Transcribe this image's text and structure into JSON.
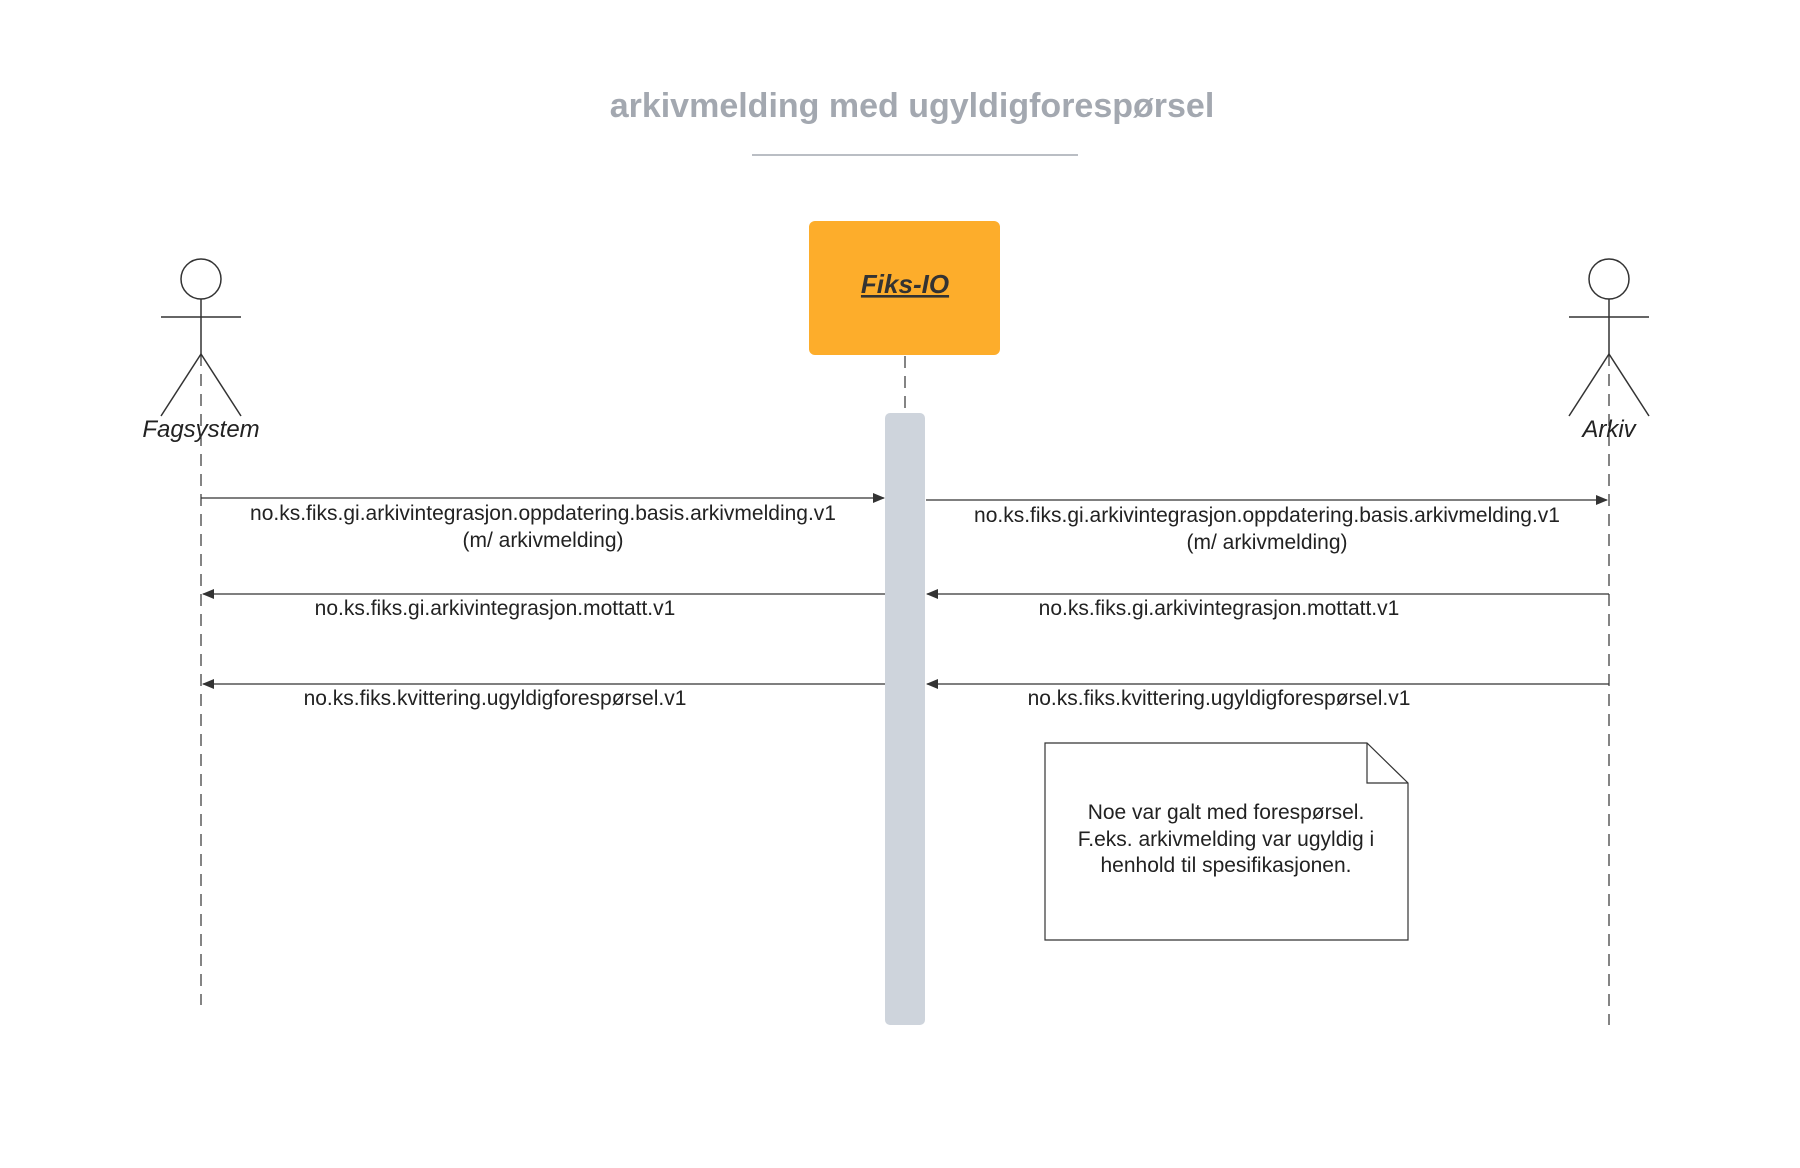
{
  "diagram": {
    "title": "arkivmelding med ugyldigforespørsel",
    "participants": {
      "fagsystem": "Fagsystem",
      "fiks_io": "Fiks-IO",
      "arkiv": "Arkiv"
    },
    "messages": {
      "m1_left": {
        "line1": "no.ks.fiks.gi.arkivintegrasjon.oppdatering.basis.arkivmelding.v1",
        "line2": "(m/ arkivmelding)"
      },
      "m1_right": {
        "line1": "no.ks.fiks.gi.arkivintegrasjon.oppdatering.basis.arkivmelding.v1",
        "line2": "(m/ arkivmelding)"
      },
      "m2_left": "no.ks.fiks.gi.arkivintegrasjon.mottatt.v1",
      "m2_right": "no.ks.fiks.gi.arkivintegrasjon.mottatt.v1",
      "m3_left": "no.ks.fiks.kvittering.ugyldigforespørsel.v1",
      "m3_right": "no.ks.fiks.kvittering.ugyldigforespørsel.v1"
    },
    "note": {
      "line1": "Noe var galt med forespørsel.",
      "line2": "F.eks. arkivmelding var ugyldig i",
      "line3": "henhold til spesifikasjonen."
    },
    "colors": {
      "fiks_box": "#fdad2b",
      "activation_bar": "#ced4dc",
      "title": "#a3a8b0",
      "lines": "#333333"
    }
  }
}
